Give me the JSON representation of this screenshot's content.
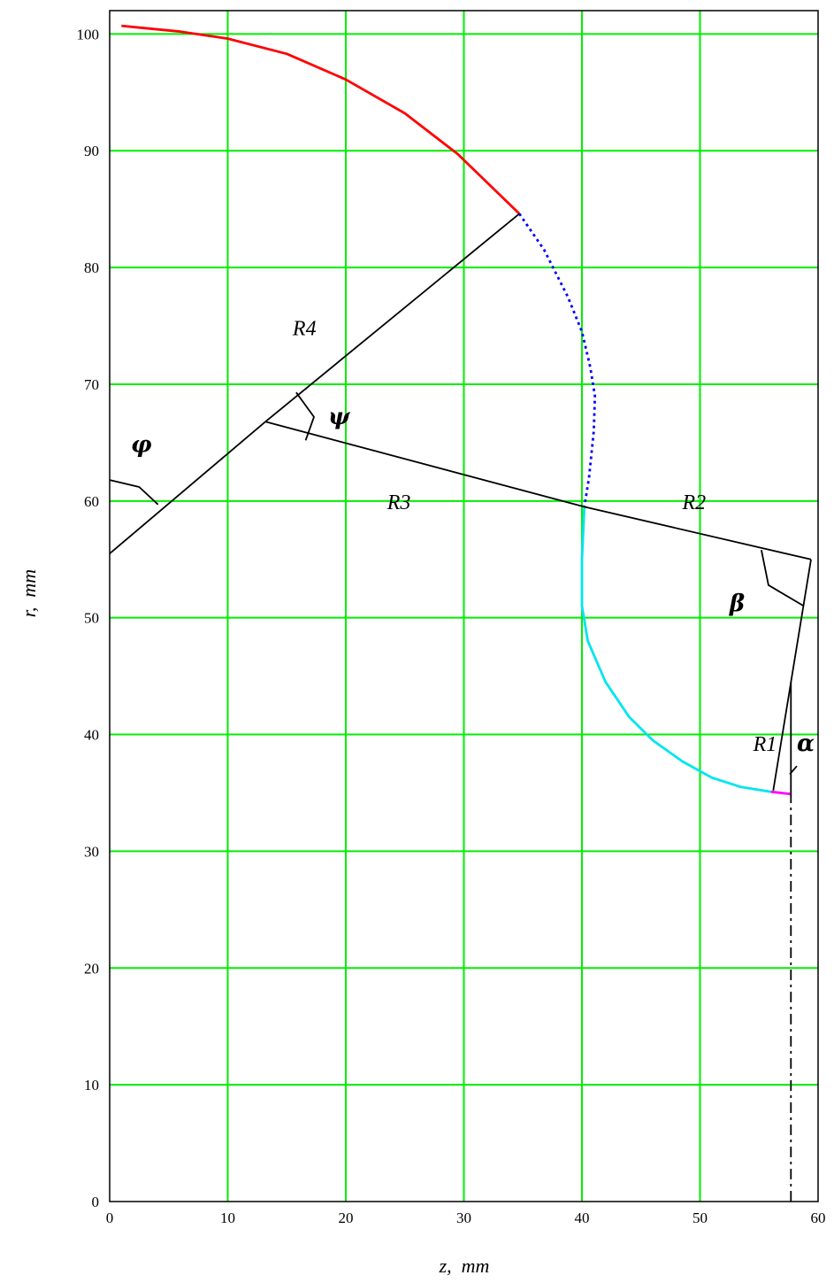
{
  "chart_data": {
    "type": "line",
    "title": "",
    "xlabel": "z,  mm",
    "ylabel": "r,  mm",
    "xlim": [
      0,
      60
    ],
    "ylim": [
      0,
      102
    ],
    "xticks": [
      0,
      10,
      20,
      30,
      40,
      50,
      60
    ],
    "yticks": [
      0,
      10,
      20,
      30,
      40,
      50,
      60,
      70,
      80,
      90,
      100
    ],
    "grid": true,
    "grid_color": "#00ee00",
    "series": [
      {
        "color": "#ff0000",
        "style": "solid",
        "points": [
          [
            1,
            100.7
          ],
          [
            3,
            100.5
          ],
          [
            6,
            100.2
          ],
          [
            10,
            99.6
          ],
          [
            15,
            98.3
          ],
          [
            20,
            96.1
          ],
          [
            25,
            93.2
          ],
          [
            29.5,
            89.7
          ],
          [
            34.7,
            84.6
          ]
        ]
      },
      {
        "color": "#0000ff",
        "style": "dotted",
        "points": [
          [
            34.7,
            84.6
          ],
          [
            36.8,
            81.5
          ],
          [
            38.8,
            77.5
          ],
          [
            40,
            74.5
          ],
          [
            40.7,
            71.5
          ],
          [
            41.1,
            69
          ],
          [
            41,
            66
          ],
          [
            40.6,
            62
          ],
          [
            40.2,
            59.5
          ]
        ]
      },
      {
        "color": "#00e5ee",
        "style": "solid",
        "points": [
          [
            40.2,
            59.5
          ],
          [
            40,
            55
          ],
          [
            40,
            51
          ],
          [
            40.5,
            48
          ],
          [
            42,
            44.5
          ],
          [
            44,
            41.5
          ],
          [
            46,
            39.5
          ],
          [
            48.5,
            37.7
          ],
          [
            51,
            36.3
          ],
          [
            53.5,
            35.5
          ],
          [
            56,
            35.1
          ]
        ]
      },
      {
        "color": "#ff00ff",
        "style": "solid",
        "points": [
          [
            56,
            35.1
          ],
          [
            57.7,
            34.9
          ]
        ]
      },
      {
        "color": "#000000",
        "style": "solid",
        "points": [
          [
            0,
            55.5
          ],
          [
            13.2,
            66.8
          ],
          [
            34.7,
            84.6
          ]
        ]
      },
      {
        "color": "#000000",
        "style": "solid",
        "points": [
          [
            13.2,
            66.8
          ],
          [
            40.2,
            59.5
          ],
          [
            59.4,
            55
          ]
        ]
      },
      {
        "color": "#000000",
        "style": "solid",
        "points": [
          [
            59.4,
            55
          ],
          [
            56.2,
            35.2
          ]
        ]
      },
      {
        "color": "#000000",
        "style": "solid",
        "points": [
          [
            57.7,
            34.5
          ],
          [
            57.7,
            44.5
          ]
        ]
      },
      {
        "color": "#000000",
        "style": "dashdot",
        "points": [
          [
            57.7,
            0
          ],
          [
            57.7,
            34.5
          ]
        ]
      },
      {
        "color": "#000000",
        "style": "solid",
        "points": [
          [
            0,
            61.8
          ],
          [
            2.5,
            61.2
          ],
          [
            4.1,
            59.7
          ]
        ]
      },
      {
        "color": "#000000",
        "style": "solid",
        "points": [
          [
            15.8,
            69.3
          ],
          [
            17.3,
            67.2
          ],
          [
            16.6,
            65.2
          ]
        ]
      },
      {
        "color": "#000000",
        "style": "solid",
        "points": [
          [
            55.2,
            55.8
          ],
          [
            55.8,
            52.8
          ],
          [
            58.8,
            51
          ]
        ]
      },
      {
        "color": "#000000",
        "style": "solid",
        "points": [
          [
            57.6,
            36.6
          ],
          [
            58.2,
            37.3
          ]
        ]
      }
    ],
    "annotations": [
      {
        "text": "R4",
        "x": 15.5,
        "y": 74.2,
        "kind": "label"
      },
      {
        "text": "R3",
        "x": 23.5,
        "y": 59.3,
        "kind": "label"
      },
      {
        "text": "R2",
        "x": 48.5,
        "y": 59.3,
        "kind": "label"
      },
      {
        "text": "R1",
        "x": 54.5,
        "y": 38.6,
        "kind": "label"
      },
      {
        "text": "φ",
        "x": 1.8,
        "y": 64.2,
        "kind": "greek"
      },
      {
        "text": "ψ",
        "x": 18.5,
        "y": 66.6,
        "kind": "greek"
      },
      {
        "text": "β",
        "x": 52.5,
        "y": 50.6,
        "kind": "greek"
      },
      {
        "text": "α",
        "x": 58.2,
        "y": 38.6,
        "kind": "greek"
      }
    ]
  }
}
